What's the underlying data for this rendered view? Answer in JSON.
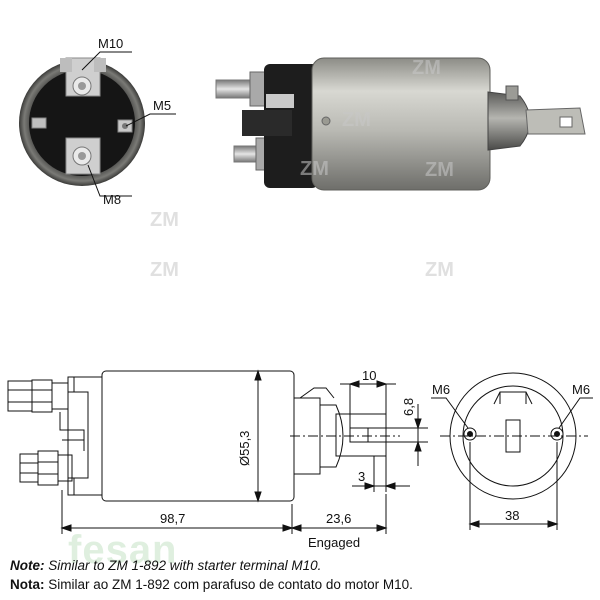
{
  "photo_labels": {
    "m10": "M10",
    "m5": "M5",
    "m8": "M8"
  },
  "watermark": "ZM",
  "dimensions": {
    "diameter": "Ø55,3",
    "length_body": "98,7",
    "length_plunger": "23,6",
    "engaged": "Engaged",
    "slot_width": "10",
    "slot_height": "6,8",
    "stroke": "3",
    "mount_left": "M6",
    "mount_right": "M6",
    "mount_spacing": "38"
  },
  "notes": {
    "en_label": "Note:",
    "en_text": "Similar to ZM 1-892 with starter terminal M10.",
    "pt_label": "Nota:",
    "pt_text": "Similar ao ZM 1-892 com parafuso de contato do motor M10."
  },
  "footer_watermark": "fesan"
}
